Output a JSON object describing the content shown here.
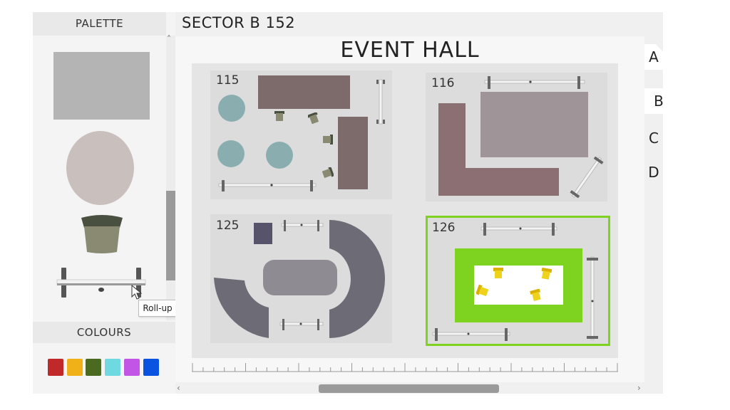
{
  "palette": {
    "title": "PALETTE",
    "items": [
      "rectangle-table",
      "round-table",
      "chair",
      "roll-up"
    ]
  },
  "tooltip": {
    "text": "Roll-up"
  },
  "colours": {
    "title": "COLOURS",
    "swatches": [
      "#c0282a",
      "#f0b018",
      "#4a6b1f",
      "#6fd8e0",
      "#c255e5",
      "#0a52e0"
    ]
  },
  "sector": {
    "title": "SECTOR B 152"
  },
  "hall": {
    "title": "EVENT HALL",
    "rooms": [
      {
        "number": "115"
      },
      {
        "number": "116"
      },
      {
        "number": "125"
      },
      {
        "number": "126"
      }
    ]
  },
  "tabs": [
    "A",
    "B",
    "C",
    "D"
  ],
  "colors": {
    "selected_room": "#7ed321",
    "table_brown": "#7d6b6b",
    "table_grey": "#9f9598",
    "round_teal": "#8aaeb0",
    "seat_yellow": "#e6c71a"
  }
}
